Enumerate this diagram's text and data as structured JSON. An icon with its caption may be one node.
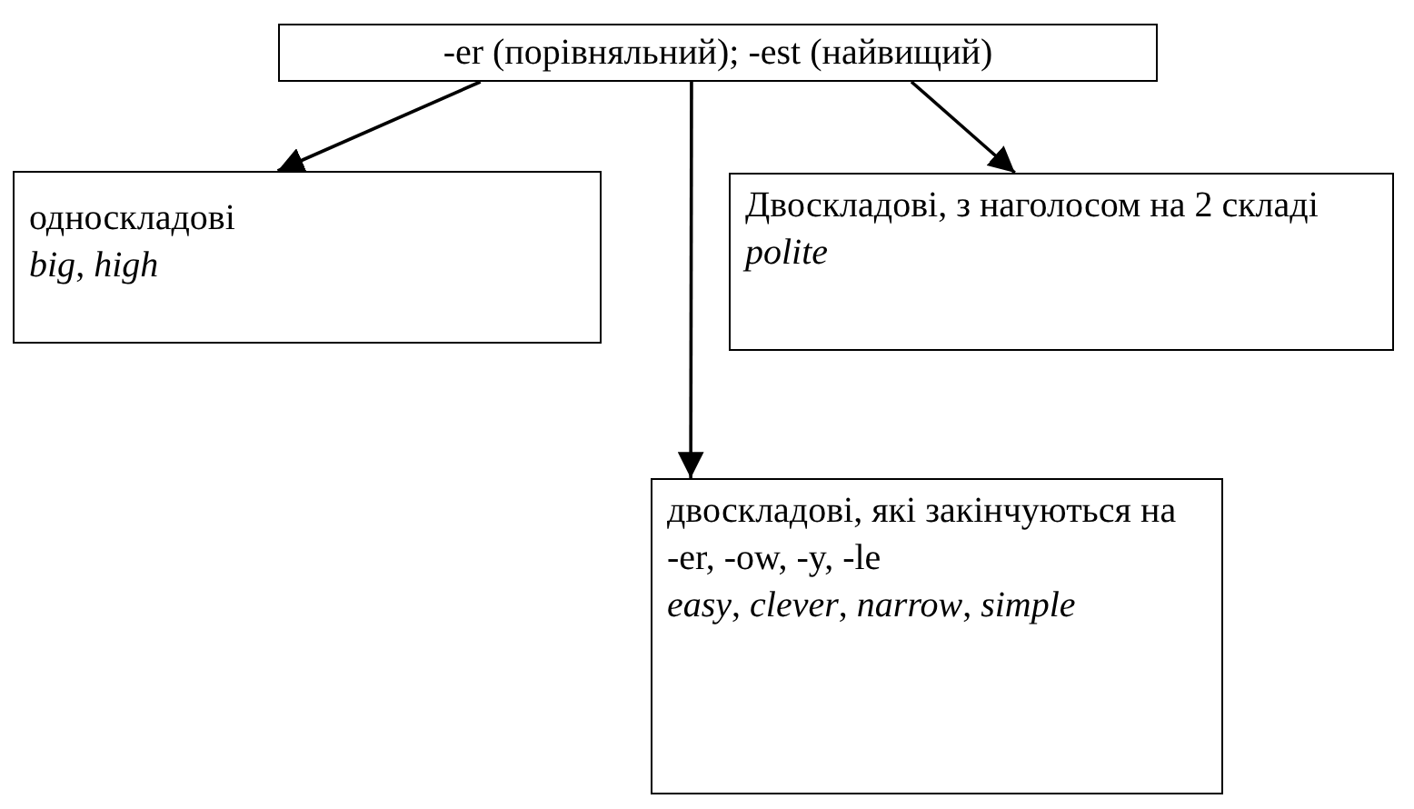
{
  "diagram": {
    "nodes": [
      {
        "text": [
          "-er (порівняльний); -est (найвищий)"
        ]
      },
      {
        "text": [
          "односкладові",
          "*big*, *high*"
        ]
      },
      {
        "text": [
          "Двоскладові, з наголосом на 2 складі",
          "*polite*"
        ]
      },
      {
        "text": [
          "двоскладові, які закінчуються на",
          "-er, -ow, -y, -le",
          "*easy*, *clever*, *narrow*, *simple*"
        ]
      }
    ],
    "edges": [
      {
        "from": 0,
        "to": 1,
        "arrow": "to"
      },
      {
        "from": 0,
        "to": 2,
        "arrow": "to"
      },
      {
        "from": 0,
        "to": 3,
        "arrow": "to"
      }
    ]
  }
}
